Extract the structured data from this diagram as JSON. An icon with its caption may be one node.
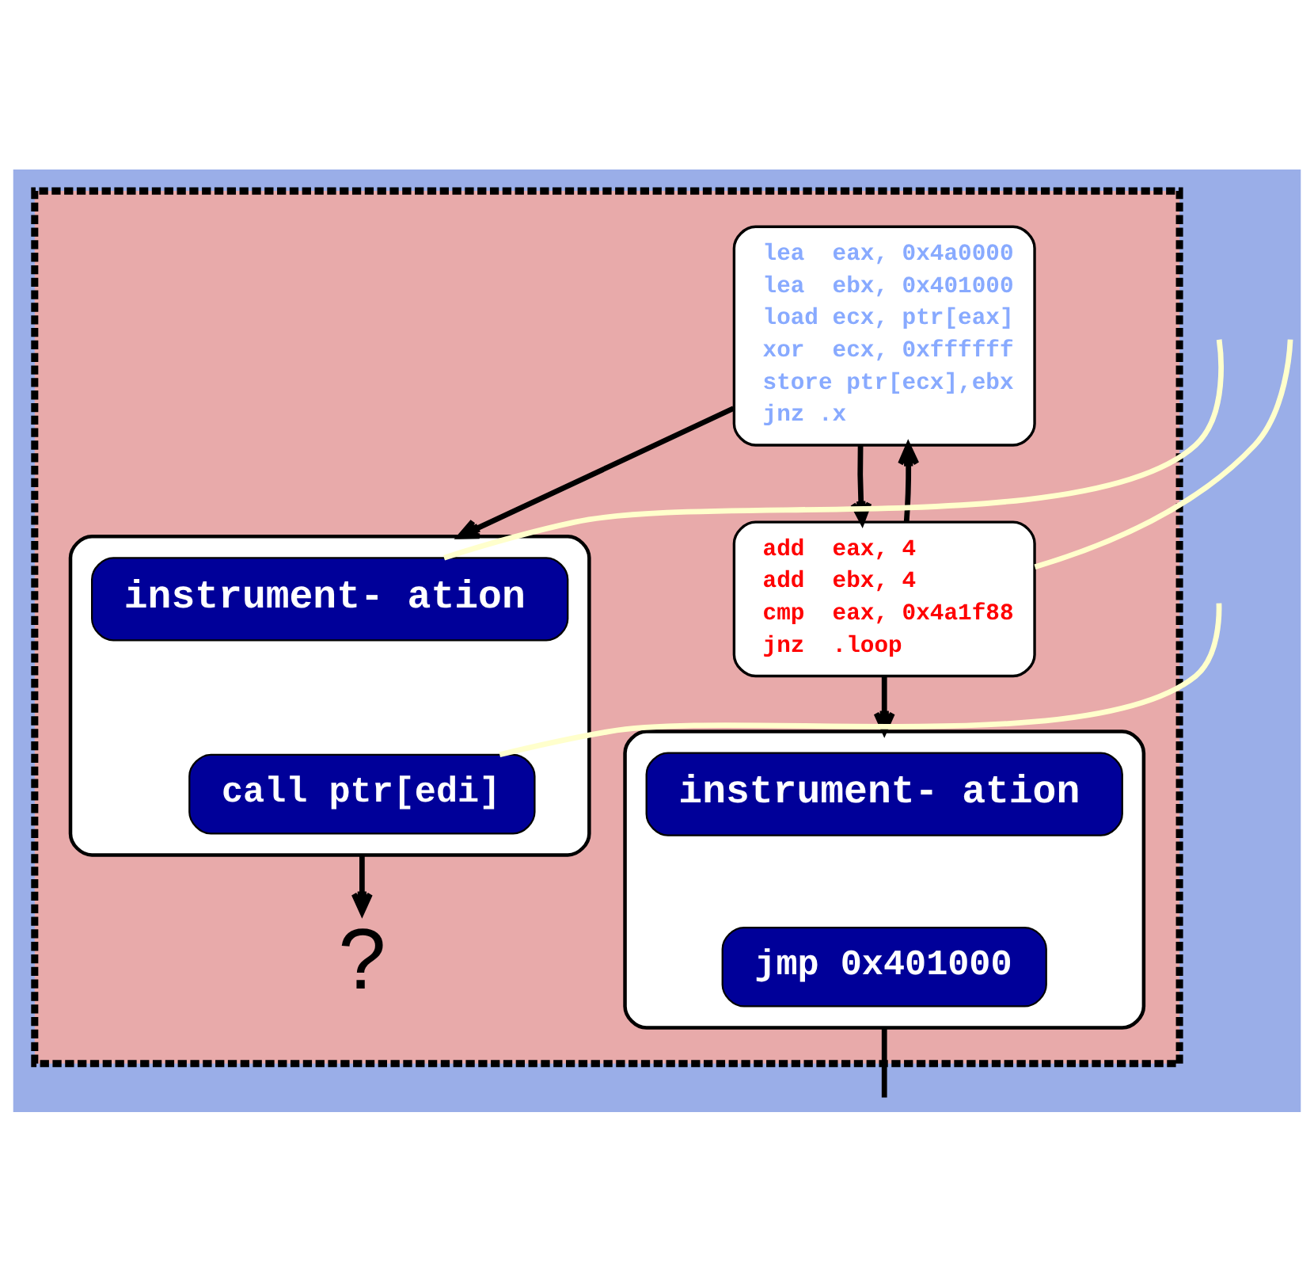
{
  "diagram": {
    "nodes": [
      {
        "text": [],
        "shape": "box"
      },
      {
        "text": [
          "lea  eax, 0x4a0000",
          "lea  ebx, 0x401000",
          "load ecx, ptr[eax]",
          "xor  ecx, 0xffffff",
          "store ptr[ecx],ebx",
          "jnz .x"
        ],
        "in": 0
      },
      {
        "text": [
          "add  eax, 4",
          "add  ebx, 4",
          "cmp  eax, 0x4a1f88",
          "jnz  .loop"
        ],
        "in": 0
      },
      {
        "text": [],
        "shape": "box",
        "in": 0
      },
      {
        "text": [
          "instrument- ation"
        ],
        "in": 3
      },
      {
        "text": [
          "call ptr[edi]"
        ],
        "in": 3
      },
      {
        "text": [],
        "shape": "box",
        "in": 0
      },
      {
        "text": [
          "instrument- ation"
        ],
        "in": 6
      },
      {
        "text": [
          "jmp 0x401000"
        ],
        "in": 6
      },
      {
        "text": [
          "?"
        ],
        "in": 0
      }
    ],
    "edges": [
      {
        "from": 1,
        "to": 2,
        "arrow": "to"
      },
      {
        "from": 1,
        "to": 3,
        "arrow": "to"
      },
      {
        "from": 2,
        "to": 1,
        "arrow": "to"
      },
      {
        "from": 2,
        "to": 6,
        "arrow": "to"
      },
      {
        "from": 3,
        "to": 9,
        "arrow": "to"
      },
      {
        "from": 6,
        "to": null,
        "arrow": "none"
      },
      {
        "from": null,
        "to": 4,
        "arrow": "none",
        "color": "#ffffcc"
      },
      {
        "from": null,
        "to": 2,
        "arrow": "none",
        "color": "#ffffcc"
      },
      {
        "from": null,
        "to": 5,
        "arrow": "none",
        "color": "#ffffcc"
      }
    ]
  }
}
